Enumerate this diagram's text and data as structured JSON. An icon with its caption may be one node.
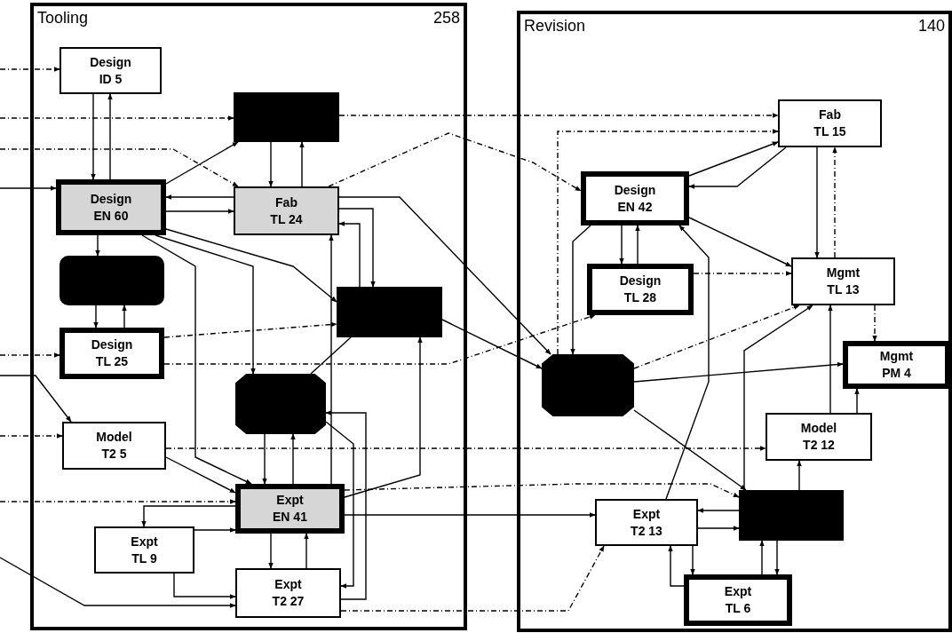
{
  "diagram": {
    "nodes": [
      {
        "text": [
          "Tooling",
          "258"
        ]
      },
      {
        "text": [
          "Revision",
          "140"
        ]
      },
      {
        "text": [
          "Design",
          "ID 5"
        ],
        "in": 0
      },
      {
        "text": [],
        "shape": "box",
        "in": 0
      },
      {
        "text": [
          "Design",
          "EN 60"
        ],
        "in": 0
      },
      {
        "text": [
          "Fab",
          "TL 24"
        ],
        "in": 0
      },
      {
        "text": [],
        "shape": "box",
        "in": 0
      },
      {
        "text": [],
        "shape": "box",
        "in": 0
      },
      {
        "text": [
          "Design",
          "TL 25"
        ],
        "in": 0
      },
      {
        "text": [],
        "shape": "octagon",
        "in": 0
      },
      {
        "text": [
          "Model",
          "T2 5"
        ],
        "in": 0
      },
      {
        "text": [
          "Expt",
          "EN 41"
        ],
        "in": 0
      },
      {
        "text": [
          "Expt",
          "TL 9"
        ],
        "in": 0
      },
      {
        "text": [
          "Expt",
          "T2 27"
        ],
        "in": 0
      },
      {
        "text": [
          "Fab",
          "TL 15"
        ],
        "in": 1
      },
      {
        "text": [
          "Design",
          "EN 42"
        ],
        "in": 1
      },
      {
        "text": [
          "Design",
          "TL 28"
        ],
        "in": 1
      },
      {
        "text": [
          "Mgmt",
          "TL 13"
        ],
        "in": 1
      },
      {
        "text": [],
        "shape": "octagon",
        "in": 1
      },
      {
        "text": [
          "Mgmt",
          "PM 4"
        ],
        "in": 1
      },
      {
        "text": [
          "Model",
          "T2 12"
        ],
        "in": 1
      },
      {
        "text": [],
        "shape": "box",
        "in": 1
      },
      {
        "text": [
          "Expt",
          "T2 13"
        ],
        "in": 1
      },
      {
        "text": [
          "Expt",
          "TL 6"
        ],
        "in": 1
      }
    ],
    "edges": [
      {
        "from": null,
        "to": 2,
        "arrow": "to",
        "style": "dashed"
      },
      {
        "from": null,
        "to": 3,
        "arrow": "to",
        "style": "dashed"
      },
      {
        "from": null,
        "to": 5,
        "arrow": "to",
        "style": "dashed"
      },
      {
        "from": null,
        "to": 4,
        "arrow": "to"
      },
      {
        "from": 2,
        "to": 4,
        "arrow": "to"
      },
      {
        "from": 4,
        "to": 2,
        "arrow": "to"
      },
      {
        "from": 4,
        "to": 3,
        "arrow": "to"
      },
      {
        "from": 3,
        "to": 5,
        "arrow": "to"
      },
      {
        "from": 5,
        "to": 3,
        "arrow": "to"
      },
      {
        "from": 4,
        "to": 5,
        "arrow": "to"
      },
      {
        "from": 5,
        "to": 4,
        "arrow": "to"
      },
      {
        "from": 4,
        "to": 6,
        "arrow": "to"
      },
      {
        "from": 6,
        "to": 8,
        "arrow": "to"
      },
      {
        "from": 8,
        "to": 6,
        "arrow": "to"
      },
      {
        "from": 4,
        "to": 7,
        "arrow": "to"
      },
      {
        "from": 4,
        "to": 11,
        "arrow": "to"
      },
      {
        "from": 4,
        "to": 9,
        "arrow": "to"
      },
      {
        "from": 5,
        "to": 7,
        "arrow": "to"
      },
      {
        "from": 7,
        "to": 5,
        "arrow": "to"
      },
      {
        "from": 11,
        "to": 5,
        "arrow": "to"
      },
      {
        "from": 8,
        "to": 7,
        "arrow": "to",
        "style": "dashed"
      },
      {
        "from": null,
        "to": 8,
        "arrow": "to",
        "style": "dashed"
      },
      {
        "from": null,
        "to": 10,
        "arrow": "to"
      },
      {
        "from": null,
        "to": 10,
        "arrow": "to",
        "style": "dashed"
      },
      {
        "from": 10,
        "to": 11,
        "arrow": "to"
      },
      {
        "from": null,
        "to": 11,
        "arrow": "to",
        "style": "dashed"
      },
      {
        "from": 11,
        "to": 12,
        "arrow": "to"
      },
      {
        "from": 12,
        "to": 11,
        "arrow": "to"
      },
      {
        "from": 11,
        "to": 13,
        "arrow": "to"
      },
      {
        "from": 13,
        "to": 11,
        "arrow": "to"
      },
      {
        "from": 12,
        "to": 13,
        "arrow": "to"
      },
      {
        "from": null,
        "to": 13,
        "arrow": "to"
      },
      {
        "from": 9,
        "to": 11,
        "arrow": "to"
      },
      {
        "from": 11,
        "to": 9,
        "arrow": "to"
      },
      {
        "from": 9,
        "to": 13,
        "arrow": "to"
      },
      {
        "from": 13,
        "to": 9,
        "arrow": "to"
      },
      {
        "from": 11,
        "to": 7,
        "arrow": "to"
      },
      {
        "from": 7,
        "to": 9,
        "arrow": "none"
      },
      {
        "from": 11,
        "to": 22,
        "arrow": "to"
      },
      {
        "from": 11,
        "to": 21,
        "arrow": "to",
        "style": "dashed"
      },
      {
        "from": 5,
        "to": 18,
        "arrow": "to"
      },
      {
        "from": 5,
        "to": 15,
        "arrow": "to",
        "style": "dashed"
      },
      {
        "from": 3,
        "to": 14,
        "arrow": "to",
        "style": "dashed"
      },
      {
        "from": 7,
        "to": 18,
        "arrow": "to"
      },
      {
        "from": 8,
        "to": 16,
        "arrow": "to",
        "style": "dashed"
      },
      {
        "from": 13,
        "to": 22,
        "arrow": "to",
        "style": "dashed"
      },
      {
        "from": 10,
        "to": 20,
        "arrow": "to",
        "style": "dashed"
      },
      {
        "from": 15,
        "to": 14,
        "arrow": "to"
      },
      {
        "from": 14,
        "to": 15,
        "arrow": "to"
      },
      {
        "from": 15,
        "to": 17,
        "arrow": "to"
      },
      {
        "from": 14,
        "to": 17,
        "arrow": "to"
      },
      {
        "from": 17,
        "to": 14,
        "arrow": "to",
        "style": "dashed"
      },
      {
        "from": 15,
        "to": 16,
        "arrow": "to"
      },
      {
        "from": 16,
        "to": 15,
        "arrow": "to"
      },
      {
        "from": 16,
        "to": 17,
        "arrow": "to",
        "style": "dashed"
      },
      {
        "from": 18,
        "to": 17,
        "arrow": "to",
        "style": "dashed"
      },
      {
        "from": 18,
        "to": 19,
        "arrow": "to"
      },
      {
        "from": 18,
        "to": 21,
        "arrow": "to"
      },
      {
        "from": 17,
        "to": 19,
        "arrow": "to",
        "style": "dashed"
      },
      {
        "from": 20,
        "to": 19,
        "arrow": "to"
      },
      {
        "from": 21,
        "to": 20,
        "arrow": "to"
      },
      {
        "from": 22,
        "to": 15,
        "arrow": "to"
      },
      {
        "from": 15,
        "to": 18,
        "arrow": "to"
      },
      {
        "from": 18,
        "to": 14,
        "arrow": "to",
        "style": "dashed"
      },
      {
        "from": 22,
        "to": 21,
        "arrow": "to"
      },
      {
        "from": 21,
        "to": 22,
        "arrow": "to"
      },
      {
        "from": 22,
        "to": 23,
        "arrow": "to"
      },
      {
        "from": 23,
        "to": 22,
        "arrow": "to"
      },
      {
        "from": 21,
        "to": 23,
        "arrow": "to"
      },
      {
        "from": 23,
        "to": 21,
        "arrow": "to"
      },
      {
        "from": 21,
        "to": 17,
        "arrow": "to"
      },
      {
        "from": 20,
        "to": 17,
        "arrow": "to"
      }
    ]
  }
}
